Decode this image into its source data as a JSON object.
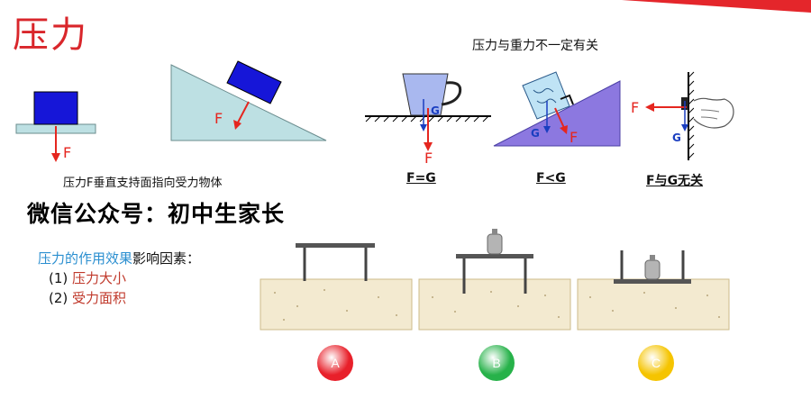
{
  "title": "压力",
  "header_note": "压力与重力不一定有关",
  "caption_left": "压力F垂直支持面指向受力物体",
  "labels": {
    "f_eq_g": "F=G",
    "f_lt_g": "F<G",
    "f_indep_g": "F与G无关"
  },
  "force_letters": {
    "F": "F",
    "G": "G"
  },
  "watermark": "微信公众号：初中生家长",
  "factors": {
    "intro_colored": "压力的作用效果",
    "intro_tail": "影响因素：",
    "item1_num": "(1)",
    "item1_text": "压力大小",
    "item2_num": "(2)",
    "item2_text": "受力面积"
  },
  "circles": [
    {
      "label": "A",
      "color": "#e8202a"
    },
    {
      "label": "B",
      "color": "#27b24a"
    },
    {
      "label": "C",
      "color": "#f5c400"
    }
  ],
  "colors": {
    "accent_red": "#d9262b",
    "block_blue": "#1616d8",
    "surface_cyan": "#bde0e3",
    "sand": "#f3ead0",
    "arrow_red": "#e5261f"
  }
}
